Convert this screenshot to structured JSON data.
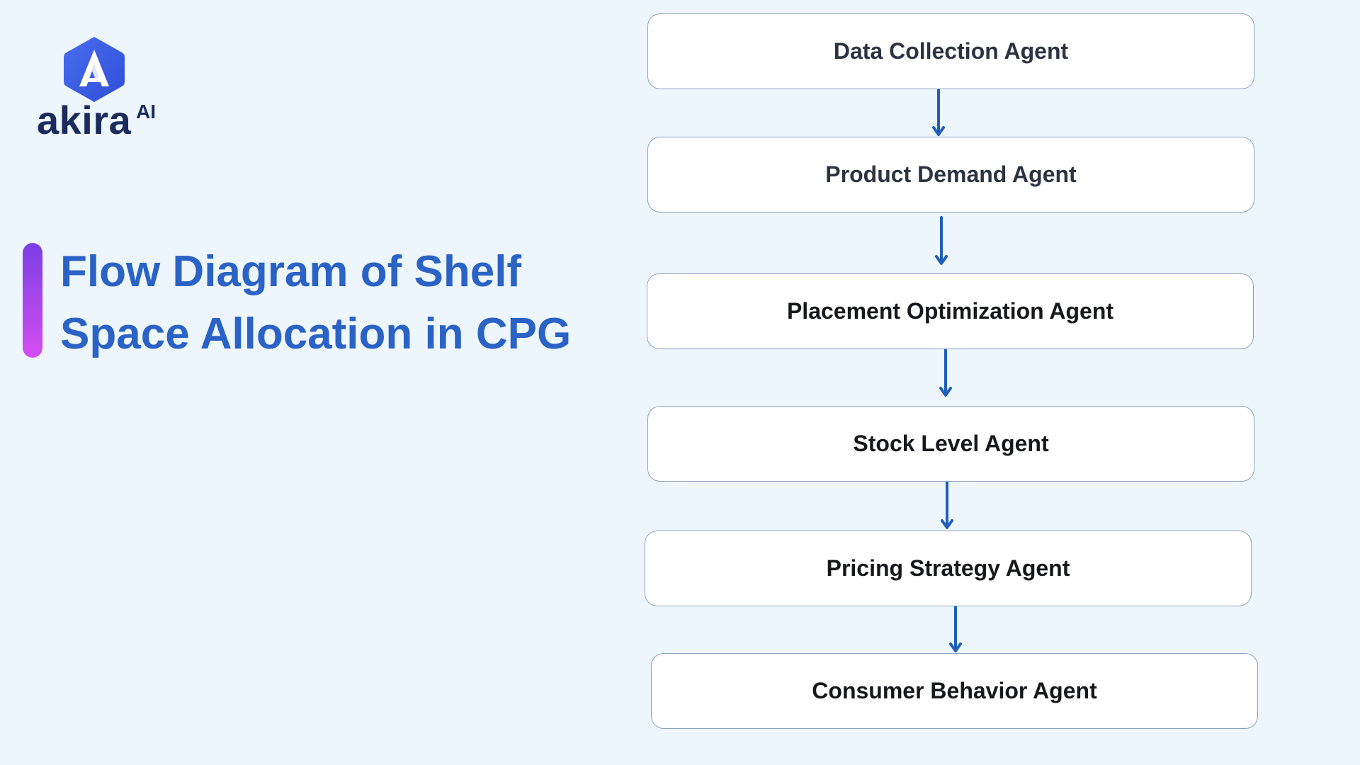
{
  "brand": {
    "name": "akira",
    "suffix": "AI",
    "mark_color": "#3a5ee0"
  },
  "title": {
    "line1": "Flow Diagram of Shelf",
    "line2": "Space Allocation in CPG",
    "color": "#2a62c6"
  },
  "flow": {
    "nodes": [
      {
        "label": "Data Collection Agent"
      },
      {
        "label": "Product Demand Agent"
      },
      {
        "label": "Placement Optimization Agent"
      },
      {
        "label": "Stock Level Agent"
      },
      {
        "label": "Pricing Strategy Agent"
      },
      {
        "label": "Consumer Behavior Agent"
      }
    ],
    "arrow_color": "#1f5fb8"
  },
  "colors": {
    "background": "#eef6fd",
    "accent_gradient_start": "#7b3fe4",
    "accent_gradient_end": "#d54df0"
  }
}
